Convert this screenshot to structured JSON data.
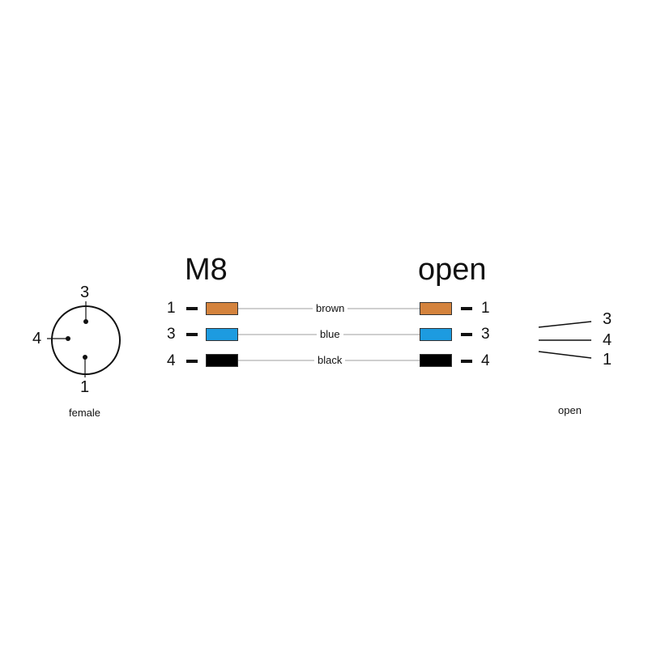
{
  "connector": {
    "caption": "female",
    "pins": [
      {
        "label": "3"
      },
      {
        "label": "4"
      },
      {
        "label": "1"
      }
    ]
  },
  "headers": {
    "left": "M8",
    "right": "open"
  },
  "rows": [
    {
      "left_pin": "1",
      "wire_label": "brown",
      "right_pin": "1",
      "color": "#d4833d"
    },
    {
      "left_pin": "3",
      "wire_label": "blue",
      "right_pin": "3",
      "color": "#1d9be0"
    },
    {
      "left_pin": "4",
      "wire_label": "black",
      "right_pin": "4",
      "color": "#000000"
    }
  ],
  "open_end": {
    "caption": "open",
    "leads": [
      {
        "label": "3"
      },
      {
        "label": "4"
      },
      {
        "label": "1"
      }
    ]
  }
}
